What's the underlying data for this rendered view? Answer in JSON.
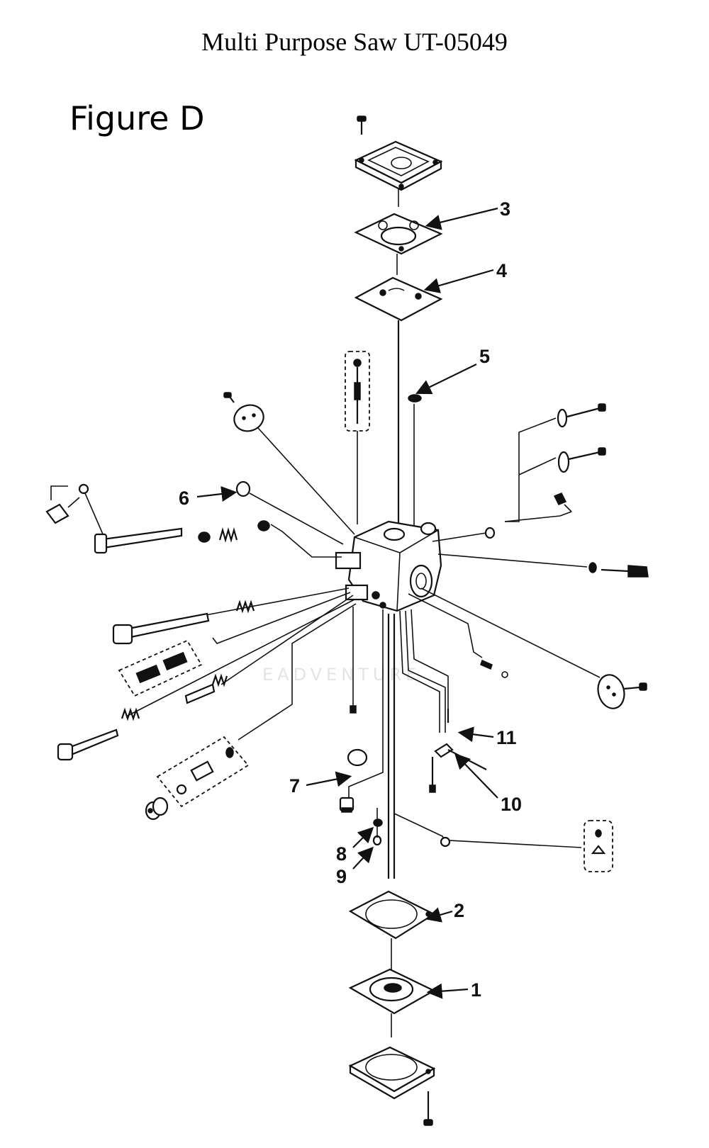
{
  "header": {
    "title": "Multi Purpose Saw UT-05049"
  },
  "figure": {
    "label": "Figure D"
  },
  "callouts": [
    {
      "id": "c3",
      "text": "3"
    },
    {
      "id": "c4",
      "text": "4"
    },
    {
      "id": "c5",
      "text": "5"
    },
    {
      "id": "c6",
      "text": "6"
    },
    {
      "id": "c11",
      "text": "11"
    },
    {
      "id": "c7",
      "text": "7"
    },
    {
      "id": "c10",
      "text": "10"
    },
    {
      "id": "c8",
      "text": "8"
    },
    {
      "id": "c9",
      "text": "9"
    },
    {
      "id": "c2",
      "text": "2"
    },
    {
      "id": "c1",
      "text": "1"
    }
  ],
  "watermark": "EADVENTURE",
  "colors": {
    "line": "#111111",
    "background": "#ffffff"
  }
}
